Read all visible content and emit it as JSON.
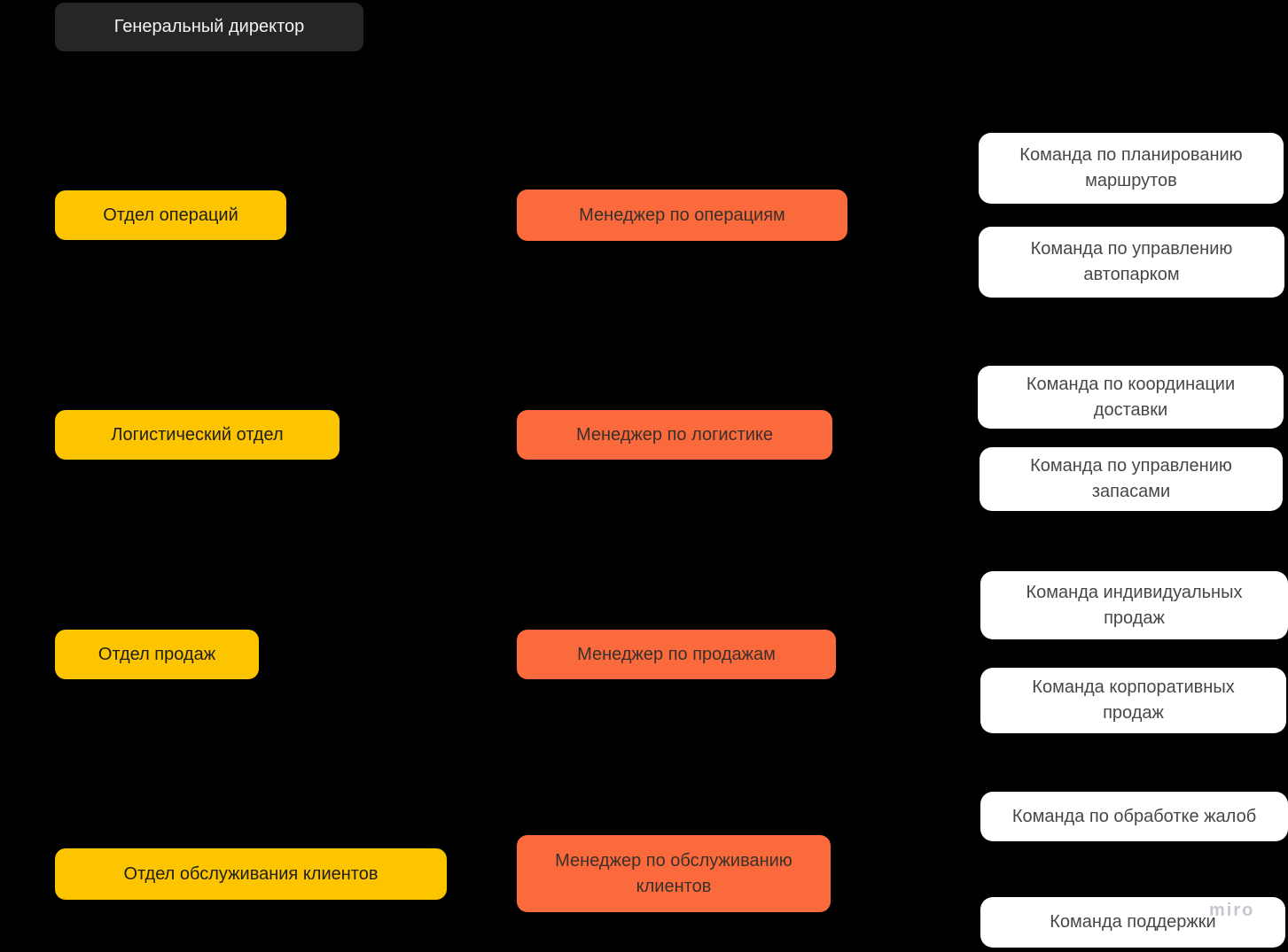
{
  "canvas": {
    "watermark": "miro"
  },
  "colors": {
    "canvas": "#000000",
    "root": "#262626",
    "root_text": "#f2f2f2",
    "department": "#FDC500",
    "department_text": "#1e1e1e",
    "manager": "#FB6A3D",
    "manager_text": "#39302a",
    "team": "#ffffff",
    "team_text": "#474747",
    "watermark_text": "#c7c6d1"
  },
  "org": {
    "root": {
      "label": "Генеральный директор"
    },
    "departments": [
      {
        "department": "Отдел операций",
        "manager": "Менеджер по операциям",
        "teams": [
          "Команда по планированию\nмаршрутов",
          "Команда по управлению\nавтопарком"
        ]
      },
      {
        "department": "Логистический отдел",
        "manager": "Менеджер по логистике",
        "teams": [
          "Команда по координации\nдоставки",
          "Команда по управлению\nзапасами"
        ]
      },
      {
        "department": "Отдел продаж",
        "manager": "Менеджер по продажам",
        "teams": [
          "Команда индивидуальных\nпродаж",
          "Команда корпоративных\nпродаж"
        ]
      },
      {
        "department": "Отдел обслуживания клиентов",
        "manager": "Менеджер по обслуживанию\nклиентов",
        "teams": [
          "Команда по обработке жалоб",
          "Команда поддержки"
        ]
      }
    ]
  }
}
